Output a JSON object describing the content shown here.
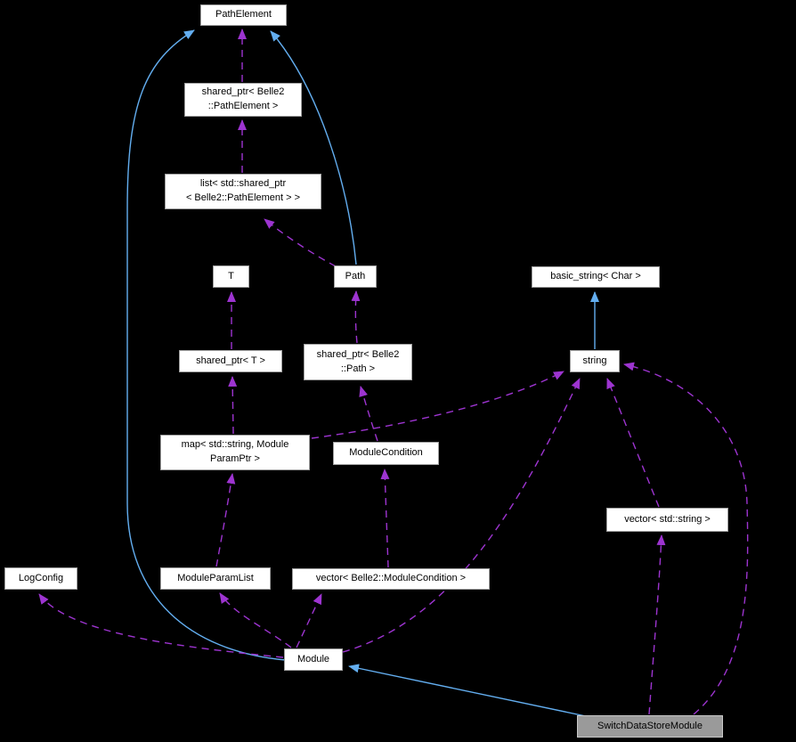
{
  "diagram": {
    "kind": "collaboration-graph",
    "highlighted_node": "SwitchDataStoreModule"
  },
  "colors": {
    "background": "#000000",
    "node_fill": "#ffffff",
    "node_border": "#9f9f9f",
    "highlight_fill": "#9a9a9a",
    "highlight_border": "#c8c8c8",
    "text": "#000000",
    "inheritance_edge": "#63aef0",
    "usage_edge": "#9d34d0"
  },
  "nodes": {
    "pathelement": {
      "label": "PathElement"
    },
    "shared_ptr_pathelement": {
      "label": "shared_ptr< Belle2\n::PathElement >"
    },
    "list_shared_ptr_pathelement": {
      "label": "list< std::shared_ptr\n< Belle2::PathElement > >"
    },
    "t": {
      "label": "T"
    },
    "path": {
      "label": "Path"
    },
    "basic_string_char": {
      "label": "basic_string< Char >"
    },
    "shared_ptr_t": {
      "label": "shared_ptr< T >"
    },
    "shared_ptr_path": {
      "label": "shared_ptr< Belle2\n::Path >"
    },
    "string": {
      "label": "string"
    },
    "map_string_moduleparamptr": {
      "label": "map< std::string, Module\nParamPtr >"
    },
    "modulecondition": {
      "label": "ModuleCondition"
    },
    "vector_std_string": {
      "label": "vector< std::string >"
    },
    "logconfig": {
      "label": "LogConfig"
    },
    "moduleparamlist": {
      "label": "ModuleParamList"
    },
    "vector_belle2_modulecondition": {
      "label": "vector< Belle2::ModuleCondition >"
    },
    "module": {
      "label": "Module"
    },
    "switchdatastoremodule": {
      "label": "SwitchDataStoreModule"
    }
  },
  "edges": [
    {
      "from": "Module",
      "to": "PathElement",
      "relation": "inheritance"
    },
    {
      "from": "Path",
      "to": "PathElement",
      "relation": "inheritance"
    },
    {
      "from": "string",
      "to": "basic_string< Char >",
      "relation": "inheritance"
    },
    {
      "from": "SwitchDataStoreModule",
      "to": "Module",
      "relation": "inheritance"
    },
    {
      "from": "shared_ptr< Belle2::PathElement >",
      "to": "PathElement",
      "relation": "usage"
    },
    {
      "from": "list< std::shared_ptr< Belle2::PathElement > >",
      "to": "shared_ptr< Belle2::PathElement >",
      "relation": "usage"
    },
    {
      "from": "Path",
      "to": "list< std::shared_ptr< Belle2::PathElement > >",
      "relation": "usage"
    },
    {
      "from": "shared_ptr< T >",
      "to": "T",
      "relation": "usage"
    },
    {
      "from": "shared_ptr< Belle2::Path >",
      "to": "Path",
      "relation": "usage"
    },
    {
      "from": "map< std::string, ModuleParamPtr >",
      "to": "shared_ptr< T >",
      "relation": "usage"
    },
    {
      "from": "ModuleCondition",
      "to": "shared_ptr< Belle2::Path >",
      "relation": "usage"
    },
    {
      "from": "map< std::string, ModuleParamPtr >",
      "to": "string",
      "relation": "usage"
    },
    {
      "from": "ModuleParamList",
      "to": "map< std::string, ModuleParamPtr >",
      "relation": "usage"
    },
    {
      "from": "vector< Belle2::ModuleCondition >",
      "to": "ModuleCondition",
      "relation": "usage"
    },
    {
      "from": "vector< std::string >",
      "to": "string",
      "relation": "usage"
    },
    {
      "from": "Module",
      "to": "LogConfig",
      "relation": "usage"
    },
    {
      "from": "Module",
      "to": "ModuleParamList",
      "relation": "usage"
    },
    {
      "from": "Module",
      "to": "vector< Belle2::ModuleCondition >",
      "relation": "usage"
    },
    {
      "from": "Module",
      "to": "string",
      "relation": "usage"
    },
    {
      "from": "SwitchDataStoreModule",
      "to": "vector< std::string >",
      "relation": "usage"
    },
    {
      "from": "SwitchDataStoreModule",
      "to": "string",
      "relation": "usage"
    }
  ]
}
